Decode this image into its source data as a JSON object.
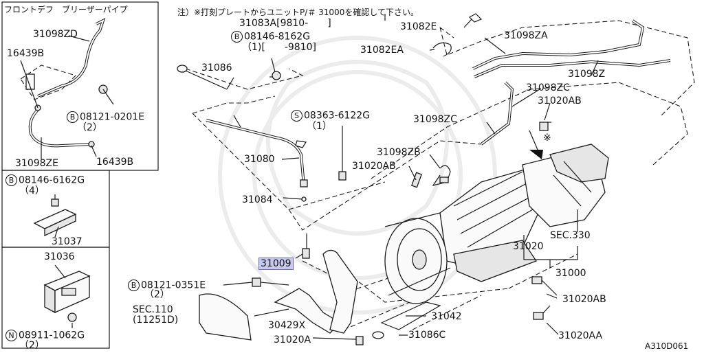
{
  "note": "注）※打刻プレートからユニットP/＃ 31000を確認して下さい。",
  "inset": {
    "title": "フロントデフ　ブリーザーパイプ",
    "labels": {
      "zd": "31098ZD",
      "b16439_top": "16439B",
      "bolt_prefix": "B",
      "bolt": "08121-0201E",
      "bolt_qty": "（2）",
      "ze": "31098ZE",
      "b16439_bot": "16439B"
    }
  },
  "left_panels": {
    "p2": {
      "prefix": "B",
      "bolt": "08146-6162G",
      "qty": "（4）",
      "part": "31037"
    },
    "p3": {
      "part": "31036",
      "prefix": "N",
      "nut": "08911-1062G",
      "qty": "（2）"
    }
  },
  "labels": {
    "l31083a": "31083A[9810-　　]",
    "b8162_prefix": "B",
    "b8162": "08146-8162G",
    "b8162_sub": "（1)[　　-9810]",
    "l31086": "31086",
    "s_prefix": "S",
    "s_screw": "08363-6122G",
    "s_qty": "（1）",
    "l31080": "31080",
    "l31084": "31084",
    "l31020ab_mid": "31020AB",
    "l31098zb": "31098ZB",
    "l31098zc_mid": "31098ZC",
    "l31098zc_top": "31098ZC",
    "l31082e": "31082E",
    "l31082ea": "31082EA",
    "l31098za": "31098ZA",
    "l31098z": "31098Z",
    "l31020ab_top": "31020AB",
    "asterisk": "※",
    "l31009": "31009",
    "b0351_prefix": "B",
    "b0351": "08121-0351E",
    "b0351_qty": "（2）",
    "sec110": "SEC.110",
    "sec110_sub": "(11251D)",
    "l30429x": "30429X",
    "l31020a": "31020A",
    "l31086c": "31086C",
    "l31042": "31042",
    "l31020": "31020",
    "sec330": "SEC.330",
    "l31000": "31000",
    "l31020ab_bot": "31020AB",
    "l31020aa": "31020AA",
    "figure_code": "A310D061"
  }
}
